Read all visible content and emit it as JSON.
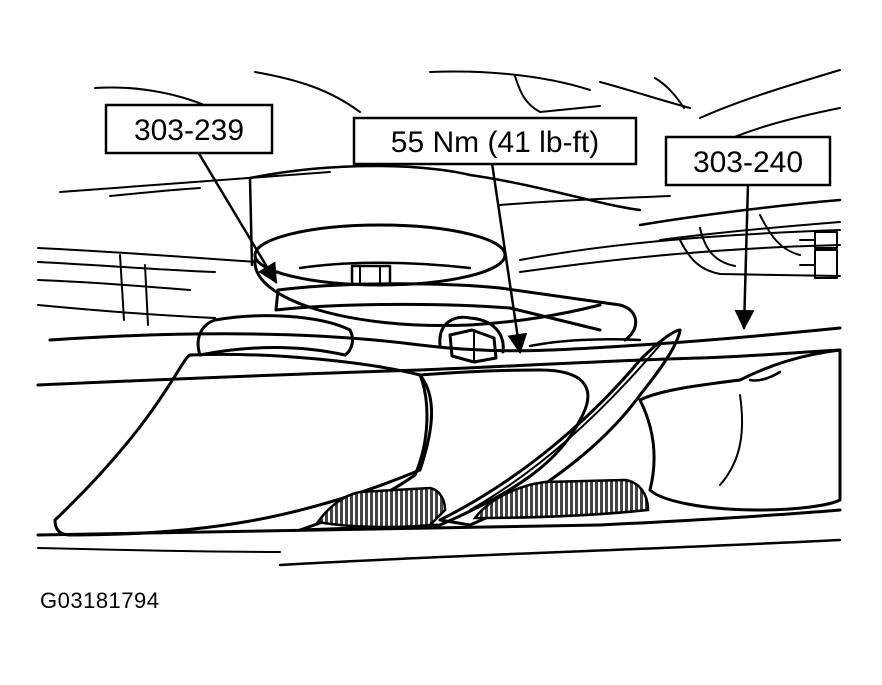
{
  "callouts": {
    "tool_left": "303-239",
    "torque": "55 Nm (41 lb-ft)",
    "tool_right": "303-240"
  },
  "figure_id": "G03181794",
  "colors": {
    "ink": "#000000",
    "paper": "#ffffff",
    "hatch": "#6b6b6b"
  }
}
